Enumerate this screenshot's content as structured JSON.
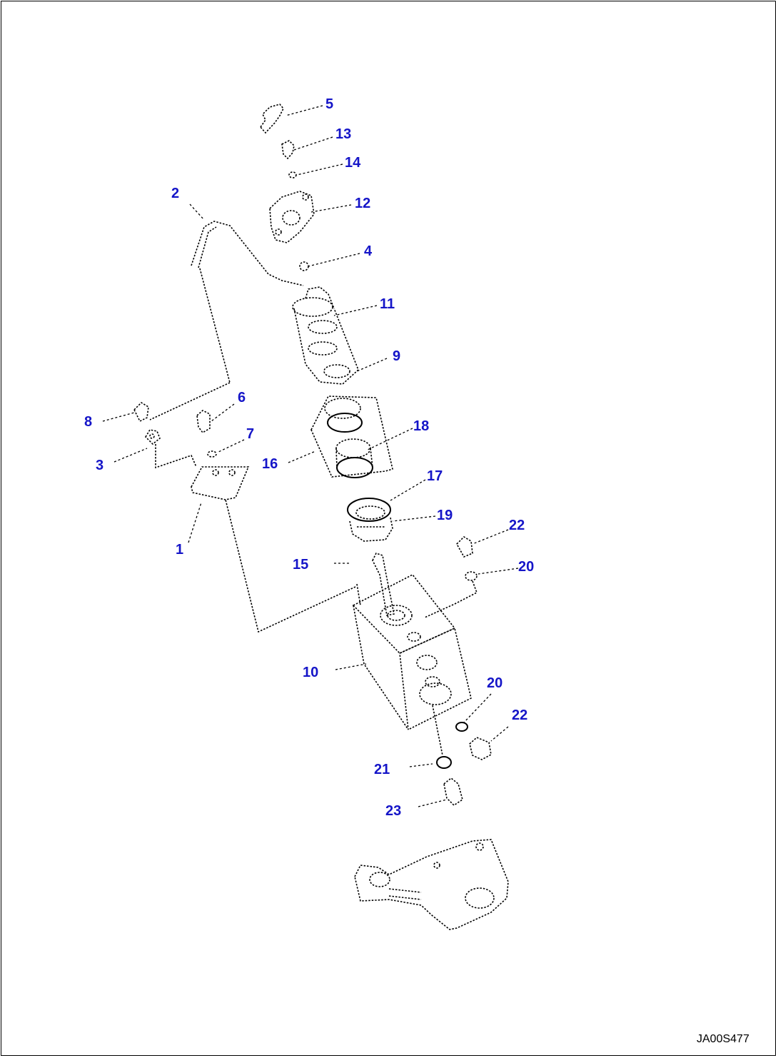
{
  "callouts": {
    "c1": "1",
    "c2": "2",
    "c3": "3",
    "c4": "4",
    "c5": "5",
    "c6": "6",
    "c7": "7",
    "c8": "8",
    "c9": "9",
    "c10": "10",
    "c11": "11",
    "c12": "12",
    "c13": "13",
    "c14": "14",
    "c15": "15",
    "c16": "16",
    "c17": "17",
    "c18": "18",
    "c19": "19",
    "c20a": "20",
    "c20b": "20",
    "c21": "21",
    "c22a": "22",
    "c22b": "22",
    "c23": "23"
  },
  "drawing_code": "JA00S477",
  "colors": {
    "callout": "#1515c8",
    "line": "#000000",
    "background": "#ffffff"
  }
}
